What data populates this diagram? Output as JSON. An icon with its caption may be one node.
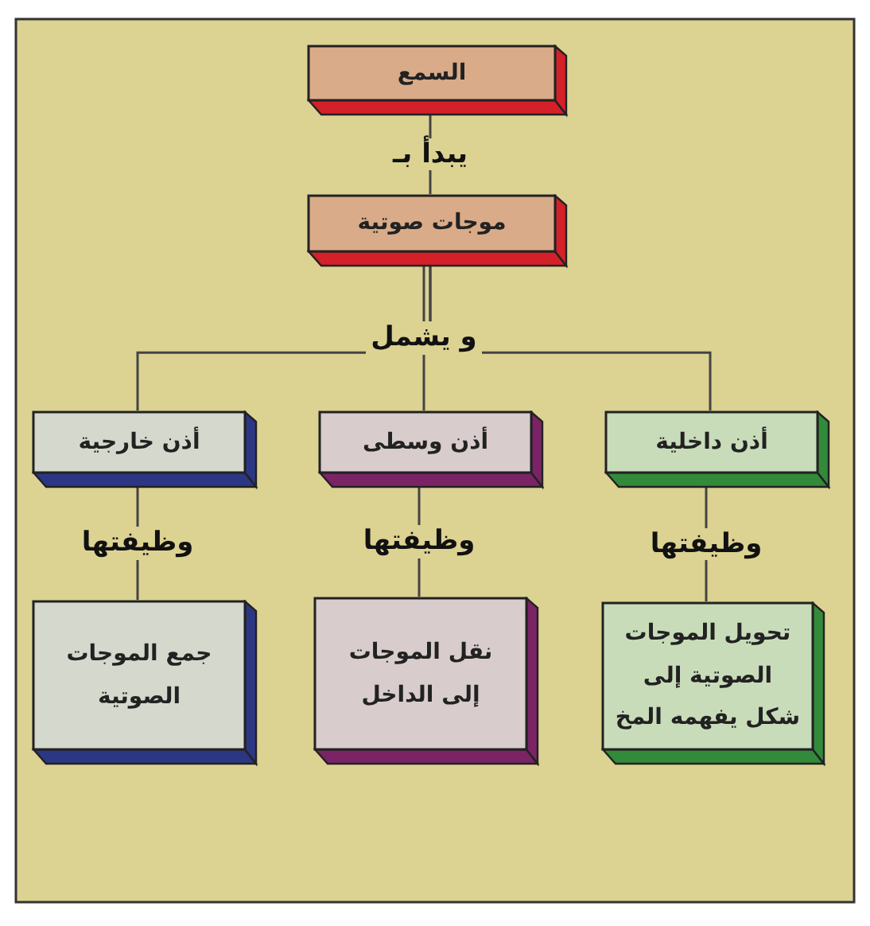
{
  "diagram": {
    "nodes": [
      {
        "text": [
          "السمع"
        ]
      },
      {
        "text": [
          "موجات صوتية"
        ]
      },
      {
        "text": [
          "أذن خارجية"
        ]
      },
      {
        "text": [
          "أذن وسطى"
        ]
      },
      {
        "text": [
          "أذن داخلية"
        ]
      },
      {
        "text": [
          "جمع الموجات الصوتية"
        ]
      },
      {
        "text": [
          "نقل الموجات إلى الداخل"
        ]
      },
      {
        "text": [
          "تحويل الموجات الصوتية إلى شكل يفهمه المخ"
        ]
      }
    ],
    "edges": [
      {
        "from": 0,
        "to": 1,
        "arrow": "none",
        "label": "يبدأ بـ"
      },
      {
        "from": 1,
        "to": 2,
        "arrow": "none"
      },
      {
        "from": 1,
        "to": 3,
        "arrow": "none",
        "label": "و يشمل"
      },
      {
        "from": 1,
        "to": 4,
        "arrow": "none"
      },
      {
        "from": 2,
        "to": 5,
        "arrow": "none",
        "label": "وظيفتها"
      },
      {
        "from": 3,
        "to": 6,
        "arrow": "none",
        "label": "وظيفتها"
      },
      {
        "from": 4,
        "to": 7,
        "arrow": "none",
        "label": "وظيفتها"
      }
    ]
  }
}
